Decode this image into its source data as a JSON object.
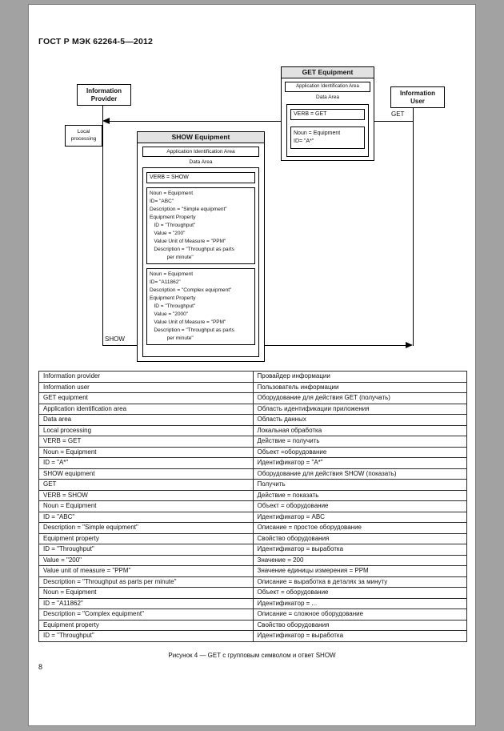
{
  "page": {
    "header": "ГОСТ Р МЭК 62264-5—2012",
    "caption": "Рисунок 4 — GET с групповым символом и ответ SHOW",
    "page_number": "8"
  },
  "diagram": {
    "info_provider": "Information\nProvider",
    "info_user": "Information\nUser",
    "local_processing": "Local\nprocessing",
    "get_label": "GET",
    "show_label": "SHOW",
    "get_equipment": {
      "title": "GET Equipment",
      "app_area": "Application Identification Area",
      "data_area": "Data Area",
      "verb": "VERB = GET",
      "noun": "Noun = Equipment\nID= \"A*\""
    },
    "show_equipment": {
      "title": "SHOW Equipment",
      "app_area": "Application Identification Area",
      "data_area": "Data Area",
      "verb": "VERB = SHOW",
      "block1": "Noun = Equipment\nID= \"ABC\"\nDescription = \"Simple equipment\"\nEquipment Property\n   ID = \"Throughput\"\n   Value = \"200\"\n   Value Unit of Measure = \"PPM\"\n   Description = \"Throughput as parts\n            per minute\"",
      "block2": "Noun = Equipment\nID= \"A11862\"\nDescription = \"Complex equipment\"\nEquipment Property\n   ID = \"Throughput\"\n   Value = \"2000\"\n   Value Unit of Measure = \"PPM\"\n   Description = \"Throughput as parts\n            per minute\""
    }
  },
  "table": {
    "rows": [
      [
        "Information provider",
        "Провайдер информации"
      ],
      [
        "Information user",
        "Пользователь информации"
      ],
      [
        "GET equipment",
        "Оборудование для действия GET (получать)"
      ],
      [
        "Application identification area",
        "Область идентификации приложения"
      ],
      [
        "Data area",
        "Область данных"
      ],
      [
        "Local processing",
        "Локальная обработка"
      ],
      [
        "VERB = GET",
        "Действие = получить"
      ],
      [
        "Noun = Equipment",
        "Объект =оборудование"
      ],
      [
        "ID = \"A*\"",
        "Идентификатор = \"A*\""
      ],
      [
        "SHOW equipment",
        "Оборудование для действия SHOW (показать)"
      ],
      [
        "GET",
        "Получить"
      ],
      [
        "VERB = SHOW",
        "Действие = показать"
      ],
      [
        "Noun = Equipment",
        "Объект = оборудование"
      ],
      [
        "ID = \"ABC\"",
        "Идентификатор = ABC"
      ],
      [
        "Description   = \"Simple equipment\"",
        "Описание = простое оборудование"
      ],
      [
        "Equipment property",
        "Свойство оборудования"
      ],
      [
        "ID = \"Throughput\"",
        "Идентификатор = выработка"
      ],
      [
        "Value = \"200\"",
        "Значение = 200"
      ],
      [
        "Value unit of measure = \"PPM\"",
        "Значение единицы измерения = PPM"
      ],
      [
        "Description = \"Throughput as parts per minute\"",
        "Описание = выработка в деталях за минуту"
      ],
      [
        "Noun = Equipment",
        "Объект = оборудование"
      ],
      [
        "ID = \"A11862\"",
        "Идентификатор = ..."
      ],
      [
        "Description = \"Complex equipment\"",
        "Описание = сложное оборудование"
      ],
      [
        "Equipment property",
        "Свойство оборудования"
      ],
      [
        "ID = \"Throughput\"",
        "Идентификатор = выработка"
      ]
    ]
  }
}
